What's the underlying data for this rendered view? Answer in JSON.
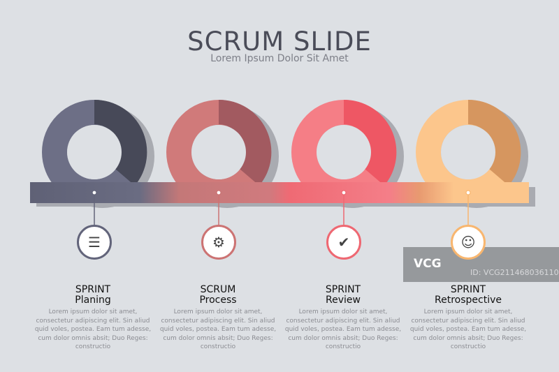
{
  "title": "SCRUM SLIDE",
  "subtitle": "Lorem Ipsum Dolor Sit Amet",
  "steps": [
    {
      "line1": "SPRINT",
      "line2": "Planing",
      "icon": "checklist-icon",
      "color": "#62647a",
      "ring_light": "#6d6f86",
      "ring_dark": "#474958",
      "body": "Lorem ipsum dolor sit amet, consectetur adipiscing elit. Sin aliud quid voles, postea. Eam tum adesse, cum dolor omnis absit; Duo Reges: constructio"
    },
    {
      "line1": "SCRUM",
      "line2": "Process",
      "icon": "gear-icon",
      "color": "#cc7373",
      "ring_light": "#d07a7a",
      "ring_dark": "#a25a60",
      "body": "Lorem ipsum dolor sit amet, consectetur adipiscing elit. Sin aliud quid voles, postea. Eam tum adesse, cum dolor omnis absit; Duo Reges: constructio"
    },
    {
      "line1": "SPRINT",
      "line2": "Review",
      "icon": "clipboard-check-icon",
      "color": "#ee6872",
      "ring_light": "#f57e86",
      "ring_dark": "#ee5764",
      "body": "Lorem ipsum dolor sit amet, consectetur adipiscing elit. Sin aliud quid voles, postea. Eam tum adesse, cum dolor omnis absit; Duo Reges: constructio"
    },
    {
      "line1": "SPRINT",
      "line2": "Retrospective",
      "icon": "person-idea-icon",
      "color": "#f8b66f",
      "ring_light": "#fcc68c",
      "ring_dark": "#d6965f",
      "body": "Lorem ipsum dolor sit amet, consectetur adipiscing elit. Sin aliud quid voles, postea. Eam tum adesse, cum dolor omnis absit; Duo Reges: constructio"
    }
  ],
  "watermark": {
    "logo": "VCG",
    "id": "ID: VCG211468036110"
  }
}
